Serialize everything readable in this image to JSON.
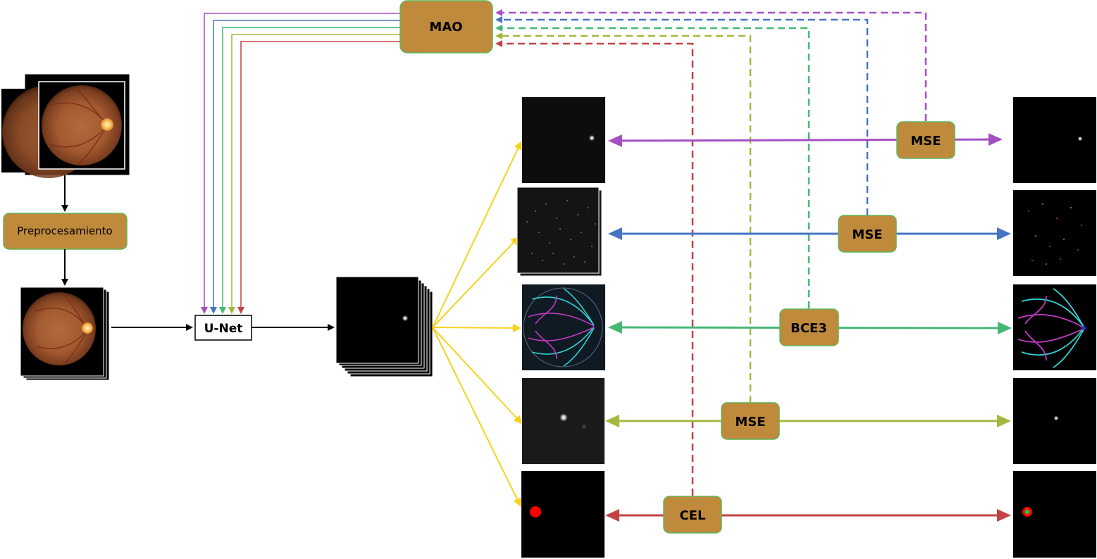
{
  "nodes": {
    "mao": "MAO",
    "preprocess": "Preprocesamiento",
    "unet": "U-Net",
    "loss_od_heatmap": "MSE",
    "loss_lesions": "MSE",
    "loss_vessels": "BCE3",
    "loss_fovea_heatmap": "MSE",
    "loss_od_segmentation": "CEL"
  },
  "colors": {
    "box_fill": "#c08a3c",
    "box_border": "#5cb85c",
    "purple": "#a54fc4",
    "blue": "#4674c2",
    "green": "#45b874",
    "olive": "#a3b83d",
    "red": "#c24343",
    "yellow": "#f5d31d",
    "black": "#000000"
  },
  "icons": {
    "fundus_image": "retina-fundus-photo",
    "heatmap": "heatmap-dot",
    "vessel_map": "vessel-tree",
    "lesion_map": "scattered-dots",
    "segmentation": "red-blob"
  }
}
